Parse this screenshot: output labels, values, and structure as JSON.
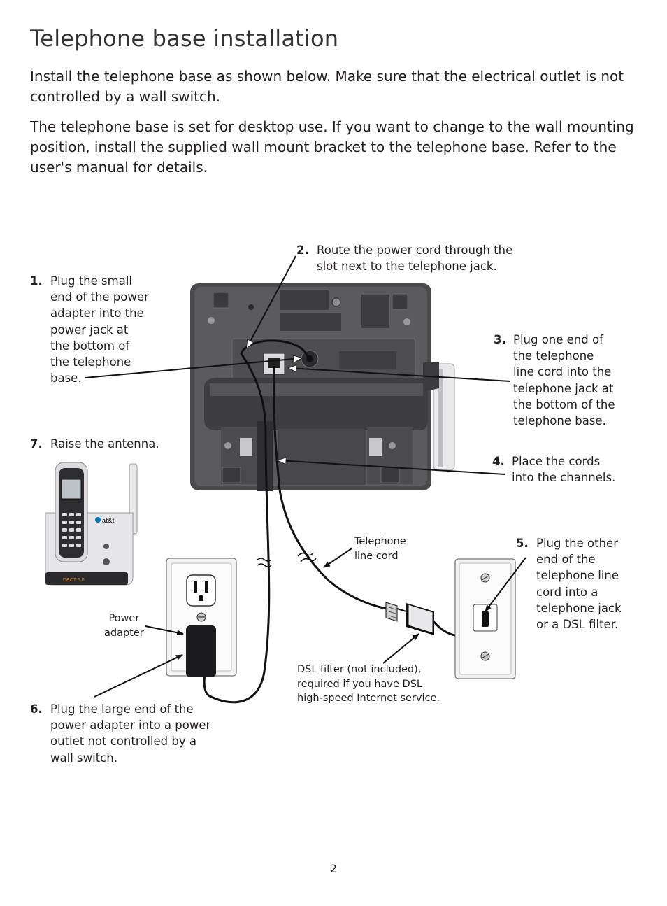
{
  "title": "Telephone base installation",
  "intro": {
    "paragraph1": "Install the telephone base as shown below. Make sure that the electrical outlet is not controlled by a wall switch.",
    "paragraph2": "The telephone base is set for desktop use. If you want to change to the wall mounting position, install the supplied wall mount bracket to the telephone base. Refer to the user's manual for details."
  },
  "steps": [
    {
      "number": "1.",
      "text": "Plug the small\nend of the power\nadapter into the\npower jack at\nthe bottom of\nthe telephone\nbase."
    },
    {
      "number": "2.",
      "text": "Route the power cord through the\nslot next to the telephone jack."
    },
    {
      "number": "3.",
      "text": "Plug one end of\nthe telephone\nline cord into the\ntelephone jack at\nthe bottom of the\ntelephone base."
    },
    {
      "number": "4.",
      "text": "Place the cords\ninto the channels."
    },
    {
      "number": "5.",
      "text": "Plug the other\nend of the\ntelephone line\ncord into a\ntelephone jack\nor a DSL filter."
    },
    {
      "number": "6.",
      "text": "Plug the large end of the\npower adapter into a power\noutlet not controlled by a\nwall switch."
    },
    {
      "number": "7.",
      "text": "Raise the antenna."
    }
  ],
  "labels": {
    "telephone_line_cord": "Telephone\nline cord",
    "power_adapter": "Power\nadapter",
    "dsl_filter": "DSL filter (not included),\nrequired if you have DSL\nhigh-speed Internet service."
  },
  "product_logo": "at&t",
  "page_number": "2"
}
